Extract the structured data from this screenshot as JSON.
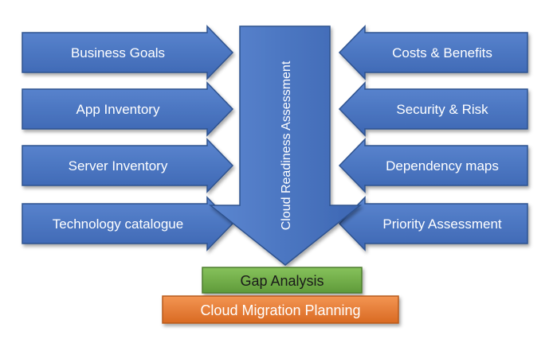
{
  "inputs_left": [
    "Business Goals",
    "App Inventory",
    "Server Inventory",
    "Technology catalogue"
  ],
  "inputs_right": [
    "Costs & Benefits",
    "Security & Risk",
    "Dependency maps",
    "Priority Assessment"
  ],
  "center": {
    "label": "Cloud Readiness Assessment"
  },
  "stages": [
    {
      "label": "Gap Analysis",
      "color": "#70ad47"
    },
    {
      "label": "Cloud Migration Planning",
      "color": "#ed7d31"
    }
  ],
  "colors": {
    "arrow_fill": "#4472c4",
    "arrow_border": "#2f528f"
  }
}
